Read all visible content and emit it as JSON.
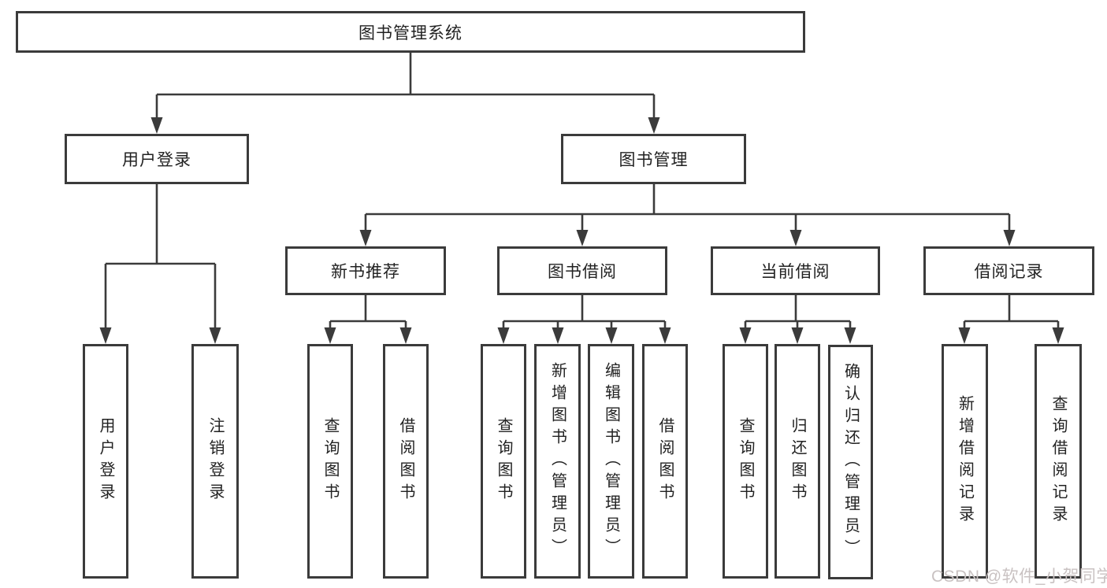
{
  "tree": {
    "label": "图书管理系统",
    "children": [
      {
        "label": "用户登录",
        "children": [
          {
            "label": "用户登录"
          },
          {
            "label": "注销登录"
          }
        ]
      },
      {
        "label": "图书管理",
        "children": [
          {
            "label": "新书推荐",
            "children": [
              {
                "label": "查询图书"
              },
              {
                "label": "借阅图书"
              }
            ]
          },
          {
            "label": "图书借阅",
            "children": [
              {
                "label": "查询图书"
              },
              {
                "label": "新增图书（管理员）"
              },
              {
                "label": "编辑图书（管理员）"
              },
              {
                "label": "借阅图书"
              }
            ]
          },
          {
            "label": "当前借阅",
            "children": [
              {
                "label": "查询图书"
              },
              {
                "label": "归还图书"
              },
              {
                "label": "确认归还（管理员）"
              }
            ]
          },
          {
            "label": "借阅记录",
            "children": [
              {
                "label": "新增借阅记录"
              },
              {
                "label": "查询借阅记录"
              }
            ]
          }
        ]
      }
    ]
  },
  "watermark": "CSDN @软件_小贺同学",
  "colors": {
    "line": "#3b3b3b",
    "text": "#222222",
    "watermark": "#c9c2c2",
    "background": "#ffffff"
  }
}
